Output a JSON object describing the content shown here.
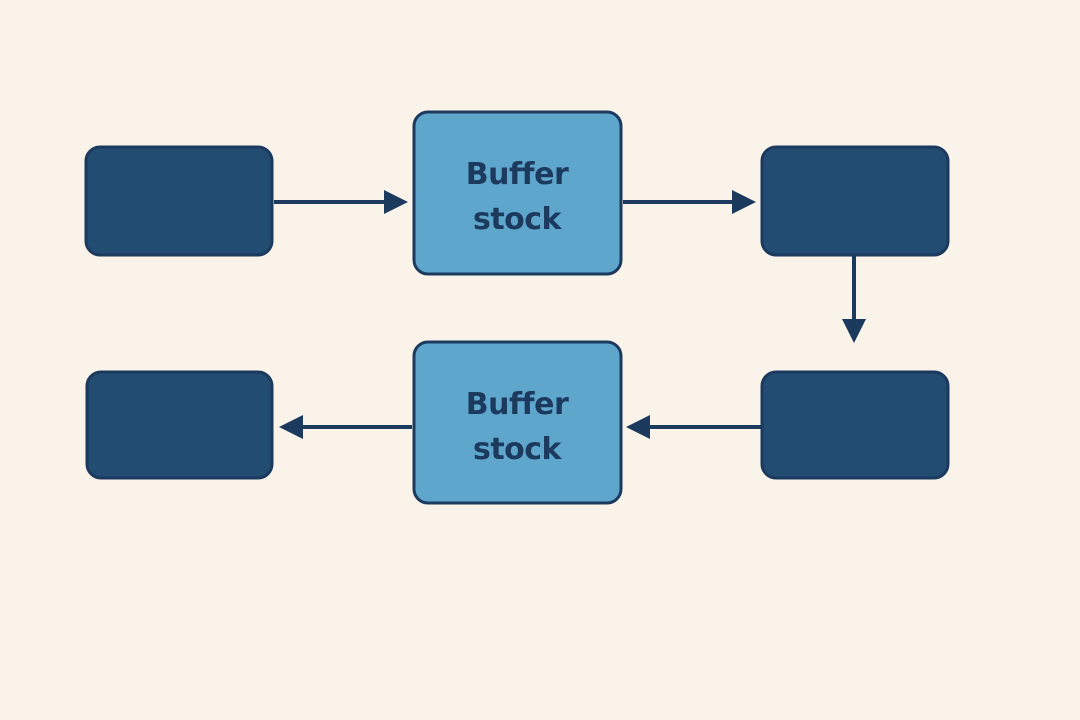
{
  "colors": {
    "background": "#FAF3EA",
    "process_fill": "#224C72",
    "buffer_fill": "#5FA6CC",
    "stroke": "#1C3A5E",
    "arrow": "#1C3A5E",
    "label_text": "#1C3A5E"
  },
  "diagram": {
    "nodes": [
      {
        "id": "process-1",
        "kind": "process",
        "label": ""
      },
      {
        "id": "buffer-1",
        "kind": "buffer",
        "label_line1": "Buffer",
        "label_line2": "stock"
      },
      {
        "id": "process-2",
        "kind": "process",
        "label": ""
      },
      {
        "id": "process-3",
        "kind": "process",
        "label": ""
      },
      {
        "id": "buffer-2",
        "kind": "buffer",
        "label_line1": "Buffer",
        "label_line2": "stock"
      },
      {
        "id": "process-4",
        "kind": "process",
        "label": ""
      }
    ],
    "edges": [
      {
        "from": "process-1",
        "to": "buffer-1"
      },
      {
        "from": "buffer-1",
        "to": "process-2"
      },
      {
        "from": "process-2",
        "to": "process-3"
      },
      {
        "from": "process-3",
        "to": "buffer-2"
      },
      {
        "from": "buffer-2",
        "to": "process-4"
      }
    ]
  }
}
